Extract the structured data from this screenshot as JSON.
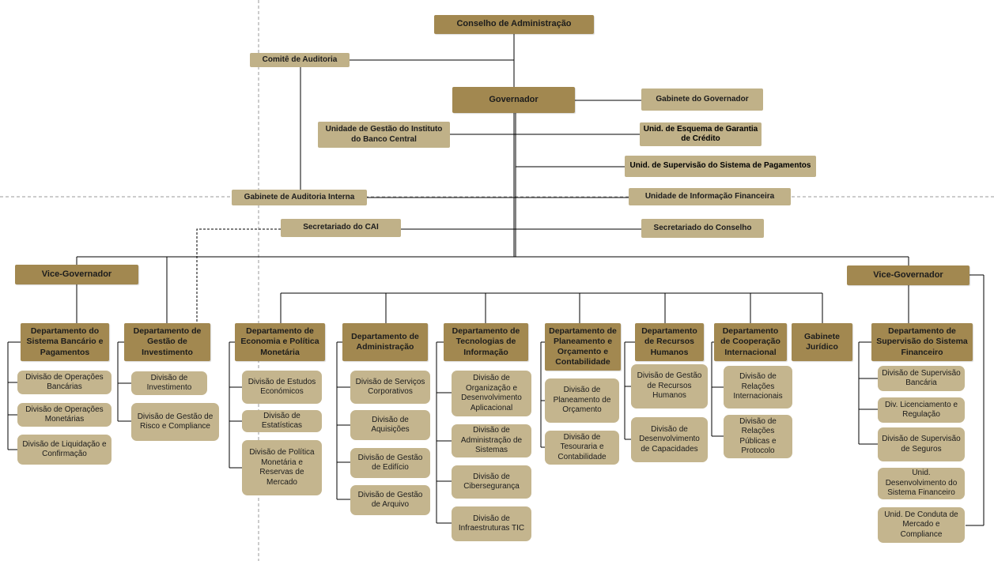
{
  "top": {
    "board": "Conselho de Administração",
    "audit_committee": "Comitê de Auditoria",
    "governor": "Governador",
    "governor_office": "Gabinete do Governador",
    "cb_institute_unit": "Unidade de Gestão do Instituto do Banco Central",
    "credit_guarantee_unit": "Unid. de Esquema de Garantia de Crédito",
    "payments_supervision_unit": "Unid. de Supervisão do Sistema de Pagamentos",
    "internal_audit_office": "Gabinete de Auditoria Interna",
    "financial_info_unit": "Unidade de Informação Financeira",
    "cai_secretariat": "Secretariado do CAI",
    "board_secretariat": "Secretariado do Conselho",
    "vice_governor_left": "Vice-Governador",
    "vice_governor_right": "Vice-Governador"
  },
  "departments": {
    "banking_payments": {
      "title": "Departamento do Sistema Bancário e Pagamentos",
      "divisions": [
        "Divisão de Operações Bancárias",
        "Divisão de Operações Monetárias",
        "Divisão de Liquidação e Confirmação"
      ]
    },
    "investment": {
      "title": "Departamento de Gestão de Investimento",
      "divisions": [
        "Divisão de Investimento",
        "Divisão de Gestão de Risco e Compliance"
      ]
    },
    "economics": {
      "title": "Departamento de Economia e Política Monetária",
      "divisions": [
        "Divisão de Estudos Económicos",
        "Divisão de Estatísticas",
        "Divisão de Política Monetária e Reservas de Mercado"
      ]
    },
    "administration": {
      "title": "Departamento de Administração",
      "divisions": [
        "Divisão de Serviços Corporativos",
        "Divisão de Aquisições",
        "Divisão de Gestão de Edifício",
        "Divisão de Gestão de Arquivo"
      ]
    },
    "it": {
      "title": "Departamento de Tecnologias de Informação",
      "divisions": [
        "Divisão de Organização e Desenvolvimento Aplicacional",
        "Divisão de Administração de Sistemas",
        "Divisão de Cibersegurança",
        "Divisão de Infraestruturas TIC"
      ]
    },
    "budget": {
      "title": "Departamento de Planeamento e Orçamento e Contabilidade",
      "divisions": [
        "Divisão de Planeamento de Orçamento",
        "Divisão de Tesouraria e Contabilidade"
      ]
    },
    "hr": {
      "title": "Departamento de Recursos Humanos",
      "divisions": [
        "Divisão de Gestão de Recursos Humanos",
        "Divisão de Desenvolvimento de Capacidades"
      ]
    },
    "cooperation": {
      "title": "Departamento de Cooperação Internacional",
      "divisions": [
        "Divisão de Relações Internacionais",
        "Divisão de Relações Públicas e Protocolo"
      ]
    },
    "legal": {
      "title": "Gabinete Jurídico"
    },
    "supervision": {
      "title": "Departamento de Supervisão do Sistema Financeiro",
      "divisions": [
        "Divisão de Supervisão Bancária",
        "Div. Licenciamento e Regulação",
        "Divisão de Supervisão de Seguros",
        "Unid. Desenvolvimento do Sistema Financeiro",
        "Unid. De Conduta de Mercado e Compliance"
      ]
    }
  },
  "colors": {
    "dark_box": "#a28850",
    "light_box": "#c0b188",
    "division_box": "#c4b58e",
    "connector": "#000000",
    "guide": "#9a9a9a"
  }
}
